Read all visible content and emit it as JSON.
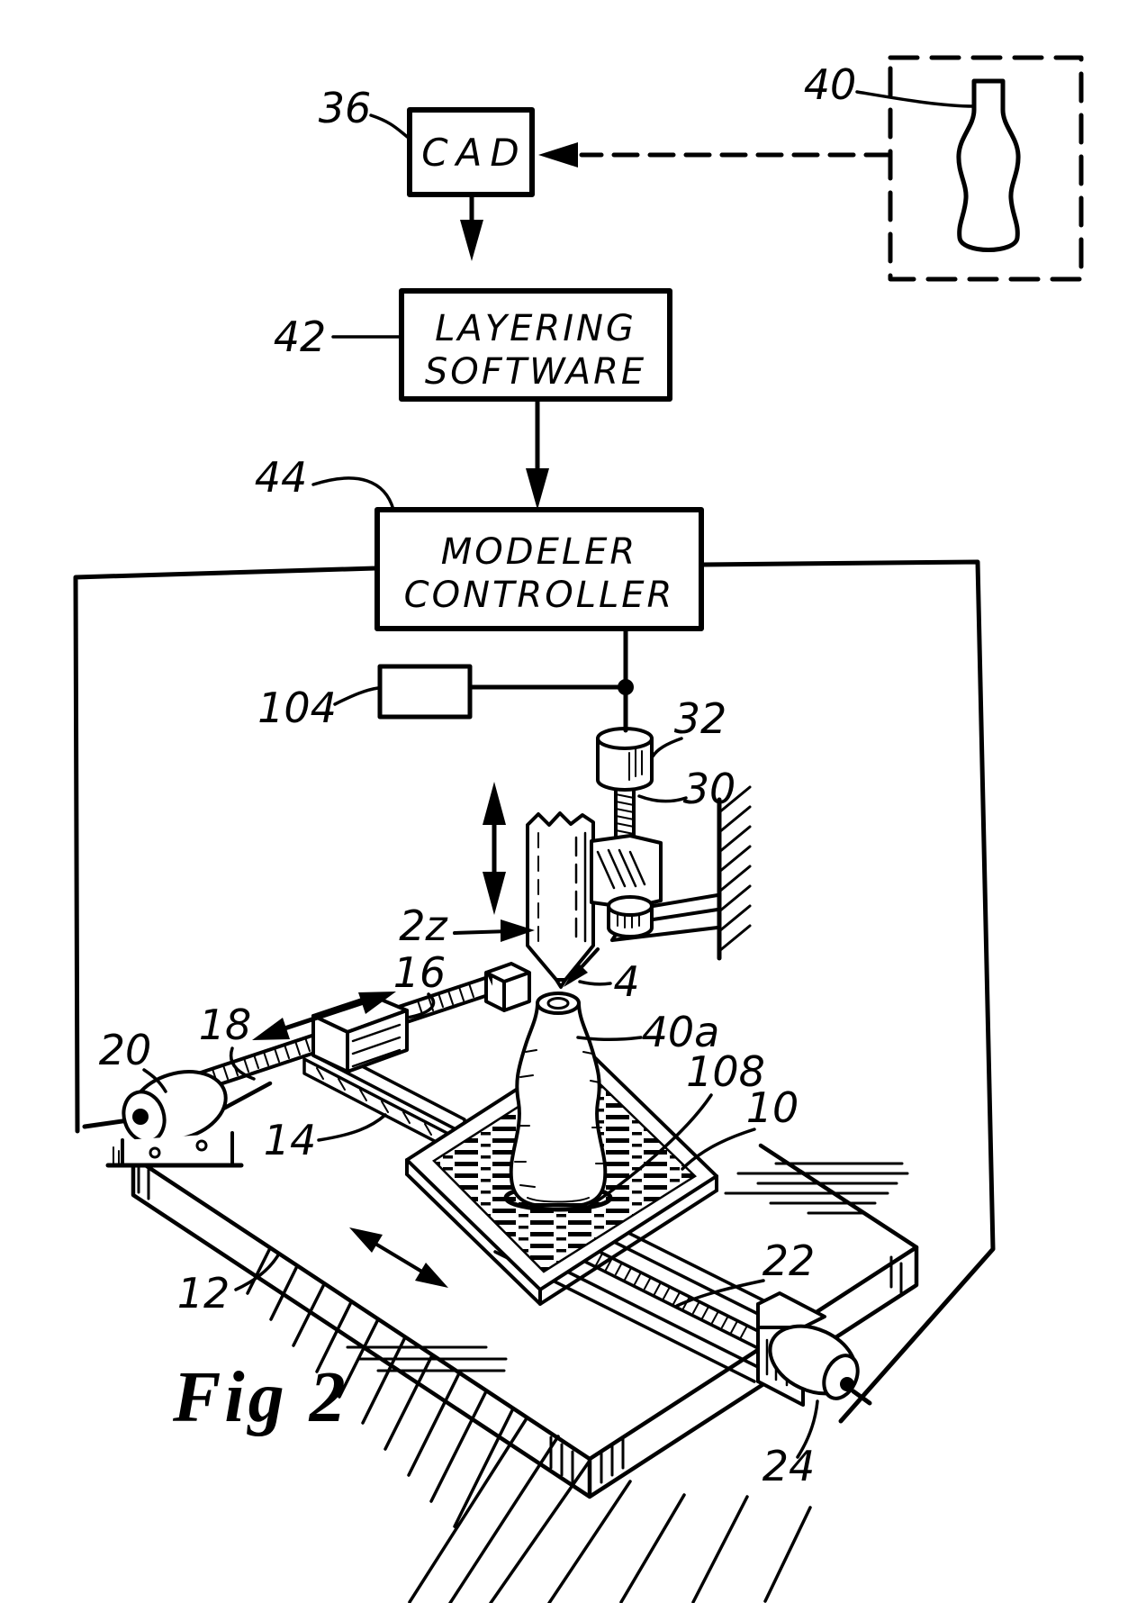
{
  "figure": {
    "caption": "Fig 2"
  },
  "flowchart": {
    "cad": {
      "text": "CAD",
      "ref": "36"
    },
    "source_object": {
      "ref": "40"
    },
    "layering": {
      "text_line1": "LAYERING",
      "text_line2": "SOFTWARE",
      "ref": "42"
    },
    "controller": {
      "text_line1": "MODELER",
      "text_line2": "CONTROLLER",
      "ref": "44"
    },
    "aux": {
      "ref": "104"
    }
  },
  "parts": {
    "z_motor_ref": "32",
    "z_screw_ref": "30",
    "dispensing_head_ref": "2z",
    "nozzle_tip_ref": "4",
    "x_carriage_ref": "16",
    "x_screw_ref": "18",
    "x_motor_ref": "20",
    "guide_rails_ref": "14",
    "partial_object_ref": "40a",
    "deposited_material_ref": "108",
    "platform_ref": "10",
    "base_table_ref": "12",
    "y_screw_ref": "22",
    "y_motor_ref": "24"
  },
  "colors": {
    "ink": "#000000",
    "paper": "#ffffff"
  }
}
